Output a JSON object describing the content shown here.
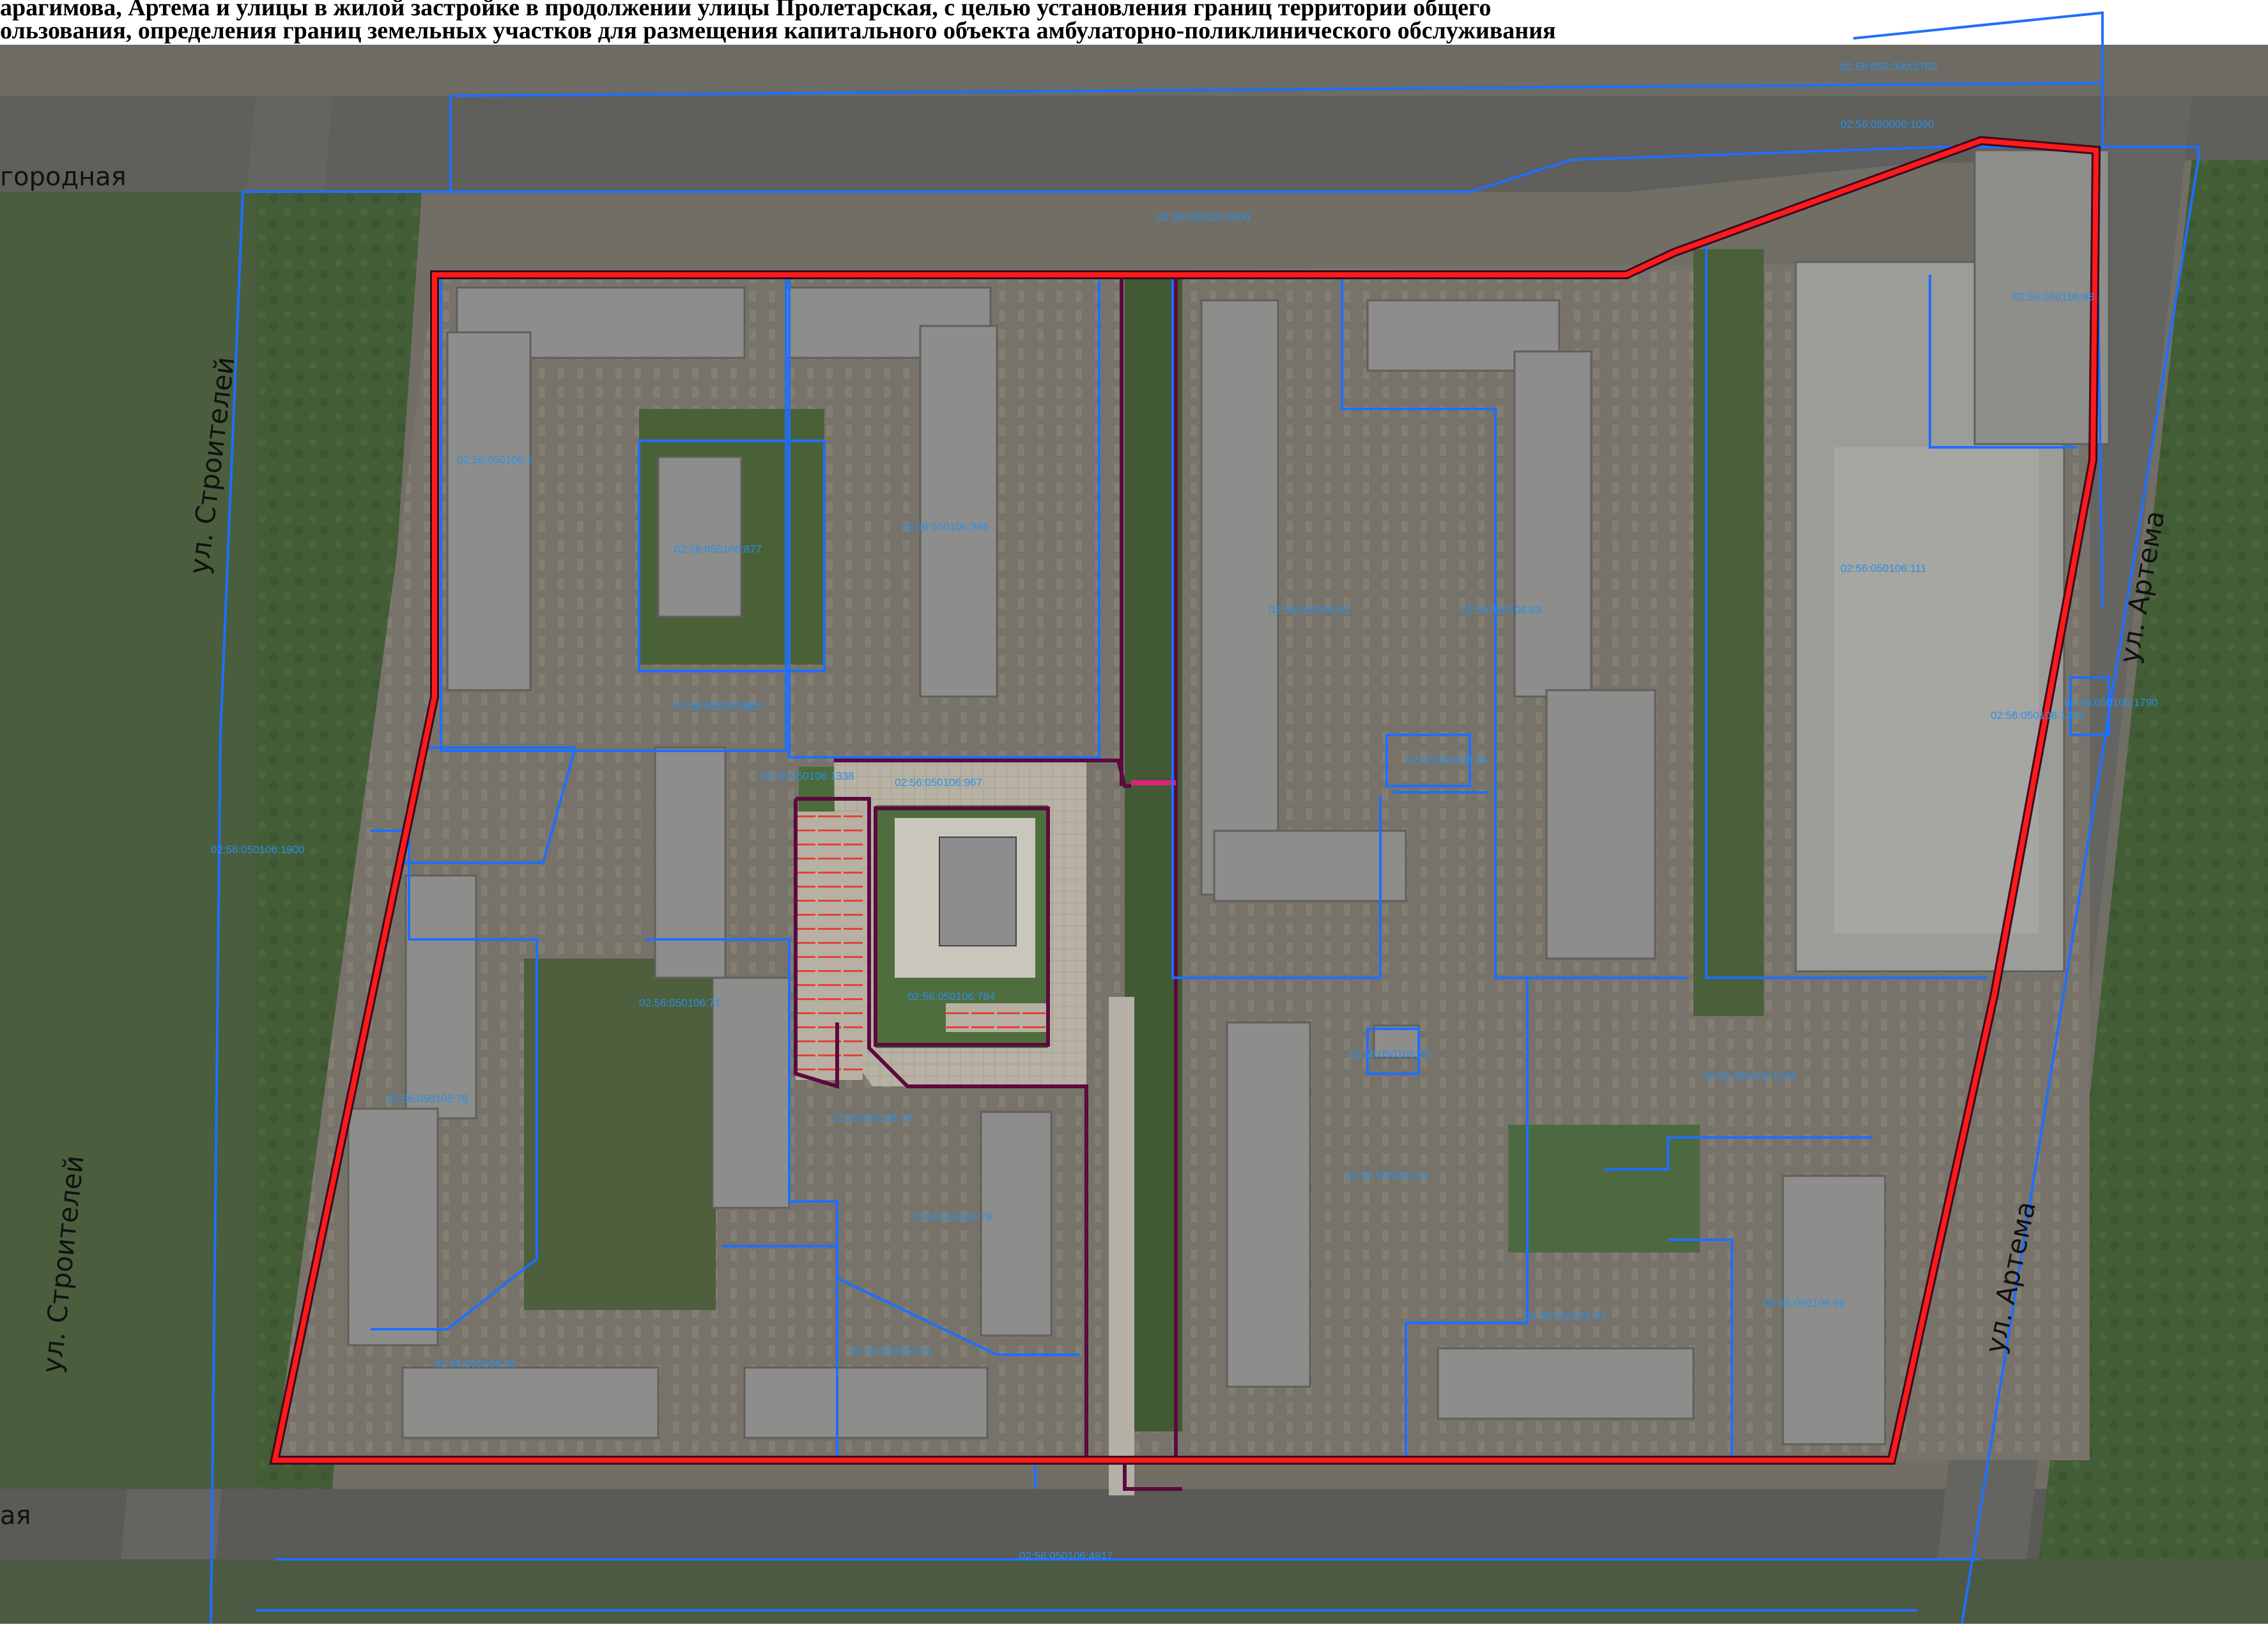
{
  "header": {
    "line1": "арагимова, Артема и улицы в жилой застройке в продолжении улицы Пролетарская, с целью установления границ территории общего",
    "line2": "ользования, определения границ земельных участков для размещения капитального объекта амбулаторно-поликлинического обслуживания"
  },
  "streets": {
    "stroiteley_upper": "ул. Строителей",
    "stroiteley_lower": "ул. Строителей",
    "artema_upper": "ул. Артема",
    "artema_lower": "ул. Артема",
    "zagorodnaya": "городная",
    "bottom_left": "ая"
  },
  "parcels": {
    "p1": "02:56:050:000:3760",
    "p2": "02:56:050000:1090",
    "p3": "02:56:050106:4906",
    "p4": "02:56:050106:88",
    "p5": "02:56:050106:1",
    "p6": "02:56:050106:386",
    "p7": "02:56:050106:877",
    "p8": "02:56:050106:866",
    "p9": "02:56:050106:82",
    "p10": "02:56:050106:83",
    "p11": "02:56:050106:111",
    "p12": "02:56:050106:1329",
    "p13": "02:56:050106:1338",
    "p14": "02:56:050106:967",
    "p15": "02:56:050106:35",
    "p16": "02:56:050106:71",
    "p17": "02:56:050106:1900",
    "p18": "02:56:050106:74",
    "p19": "02:56:050106:76",
    "p20": "02:56:050106:78",
    "p21": "02:56:050106:80",
    "p22": "02:56:050106:81",
    "p23": "02:56:050106:38",
    "p24": "02:56:050106:1330",
    "p25": "02:56:050106:94",
    "p26": "02:56:050106:97",
    "p27": "02:56:050106:99",
    "p28": "02:56:050106:1790",
    "p29": "02:56:050106:4917",
    "p30": "02:56:050106:1",
    "p31": "02:56:050106:784"
  },
  "colors": {
    "project_boundary": "#ff1a1a",
    "parcel_boundary": "#1f6fff",
    "zone_boundary": "#7a0a4a",
    "road": "#6f6f6a",
    "grass": "#3f5a35",
    "roof": "#8c8c8c"
  }
}
